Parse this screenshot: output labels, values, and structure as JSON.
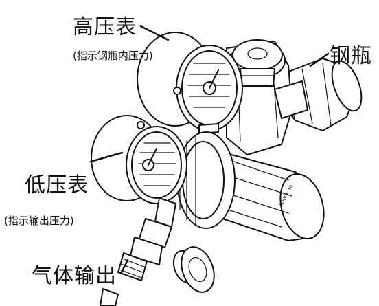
{
  "labels": {
    "high_gauge": "高压表",
    "high_gauge_note": "(指示钢瓶内压力)",
    "cylinder": "钢瓶",
    "low_gauge": "低压表",
    "low_gauge_note": "(指示输出压力)",
    "gas_output": "气体输出"
  },
  "colors": {
    "ink": "#111111",
    "background": "#ffffff"
  }
}
